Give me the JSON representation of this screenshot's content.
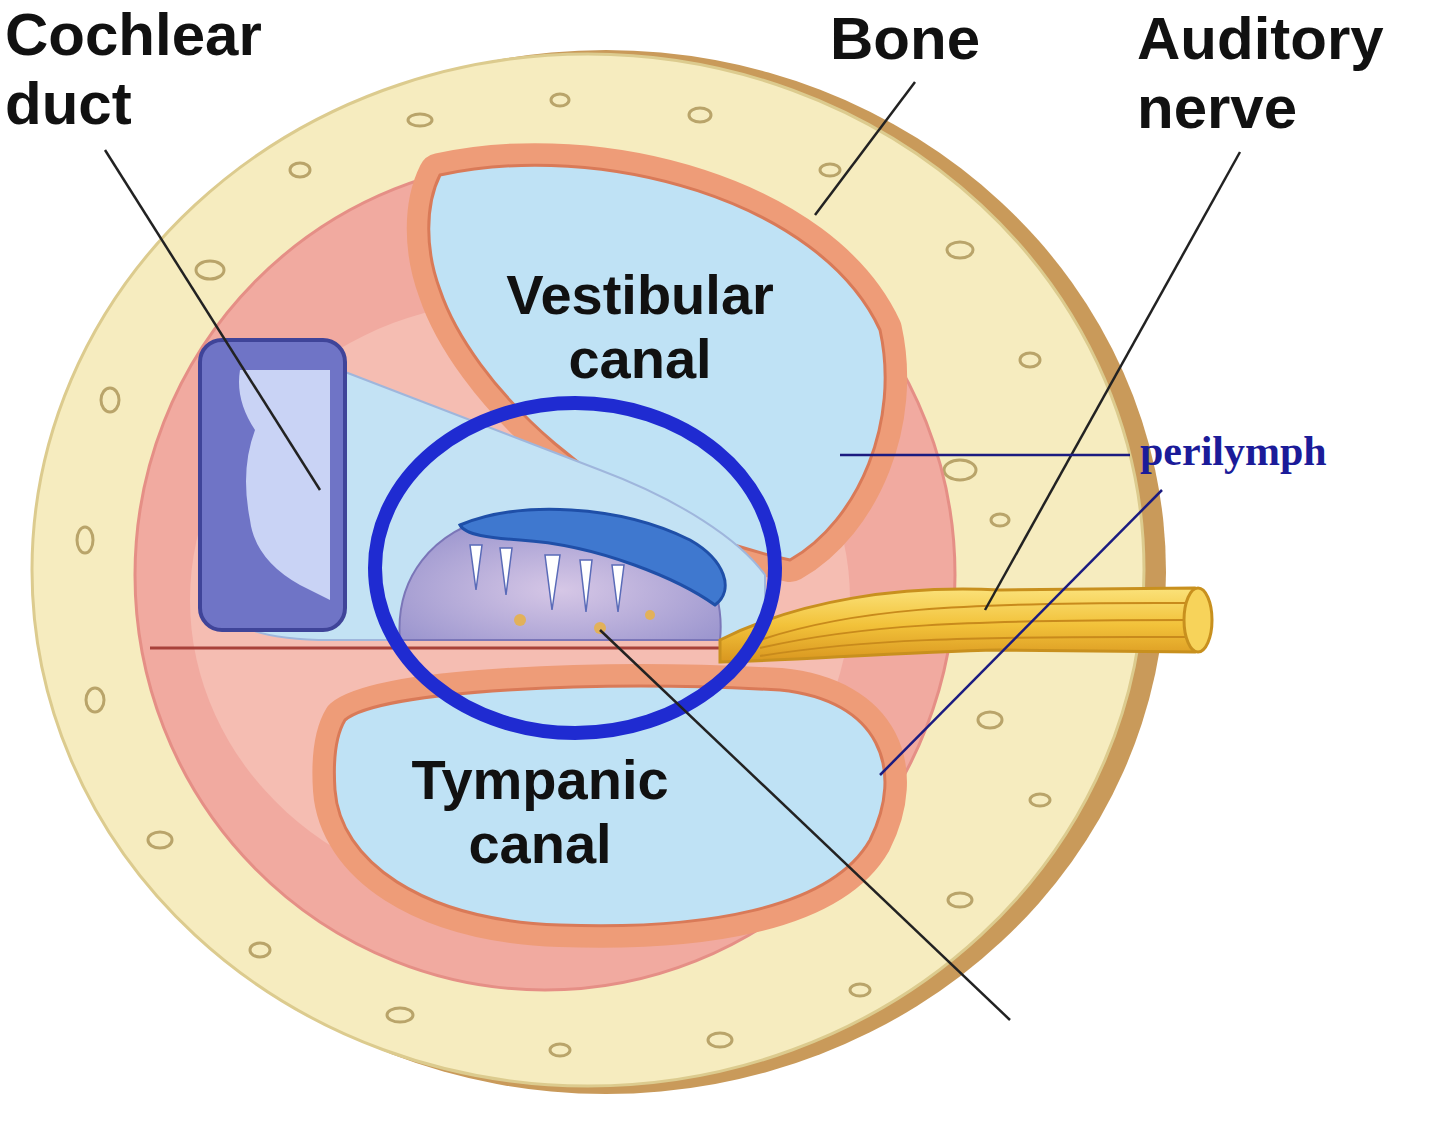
{
  "diagram": {
    "labels": [
      "Cochlear duct",
      "Bone",
      "Auditory nerve",
      "Vestibular canal",
      "perilymph",
      "Tympanic canal"
    ]
  }
}
